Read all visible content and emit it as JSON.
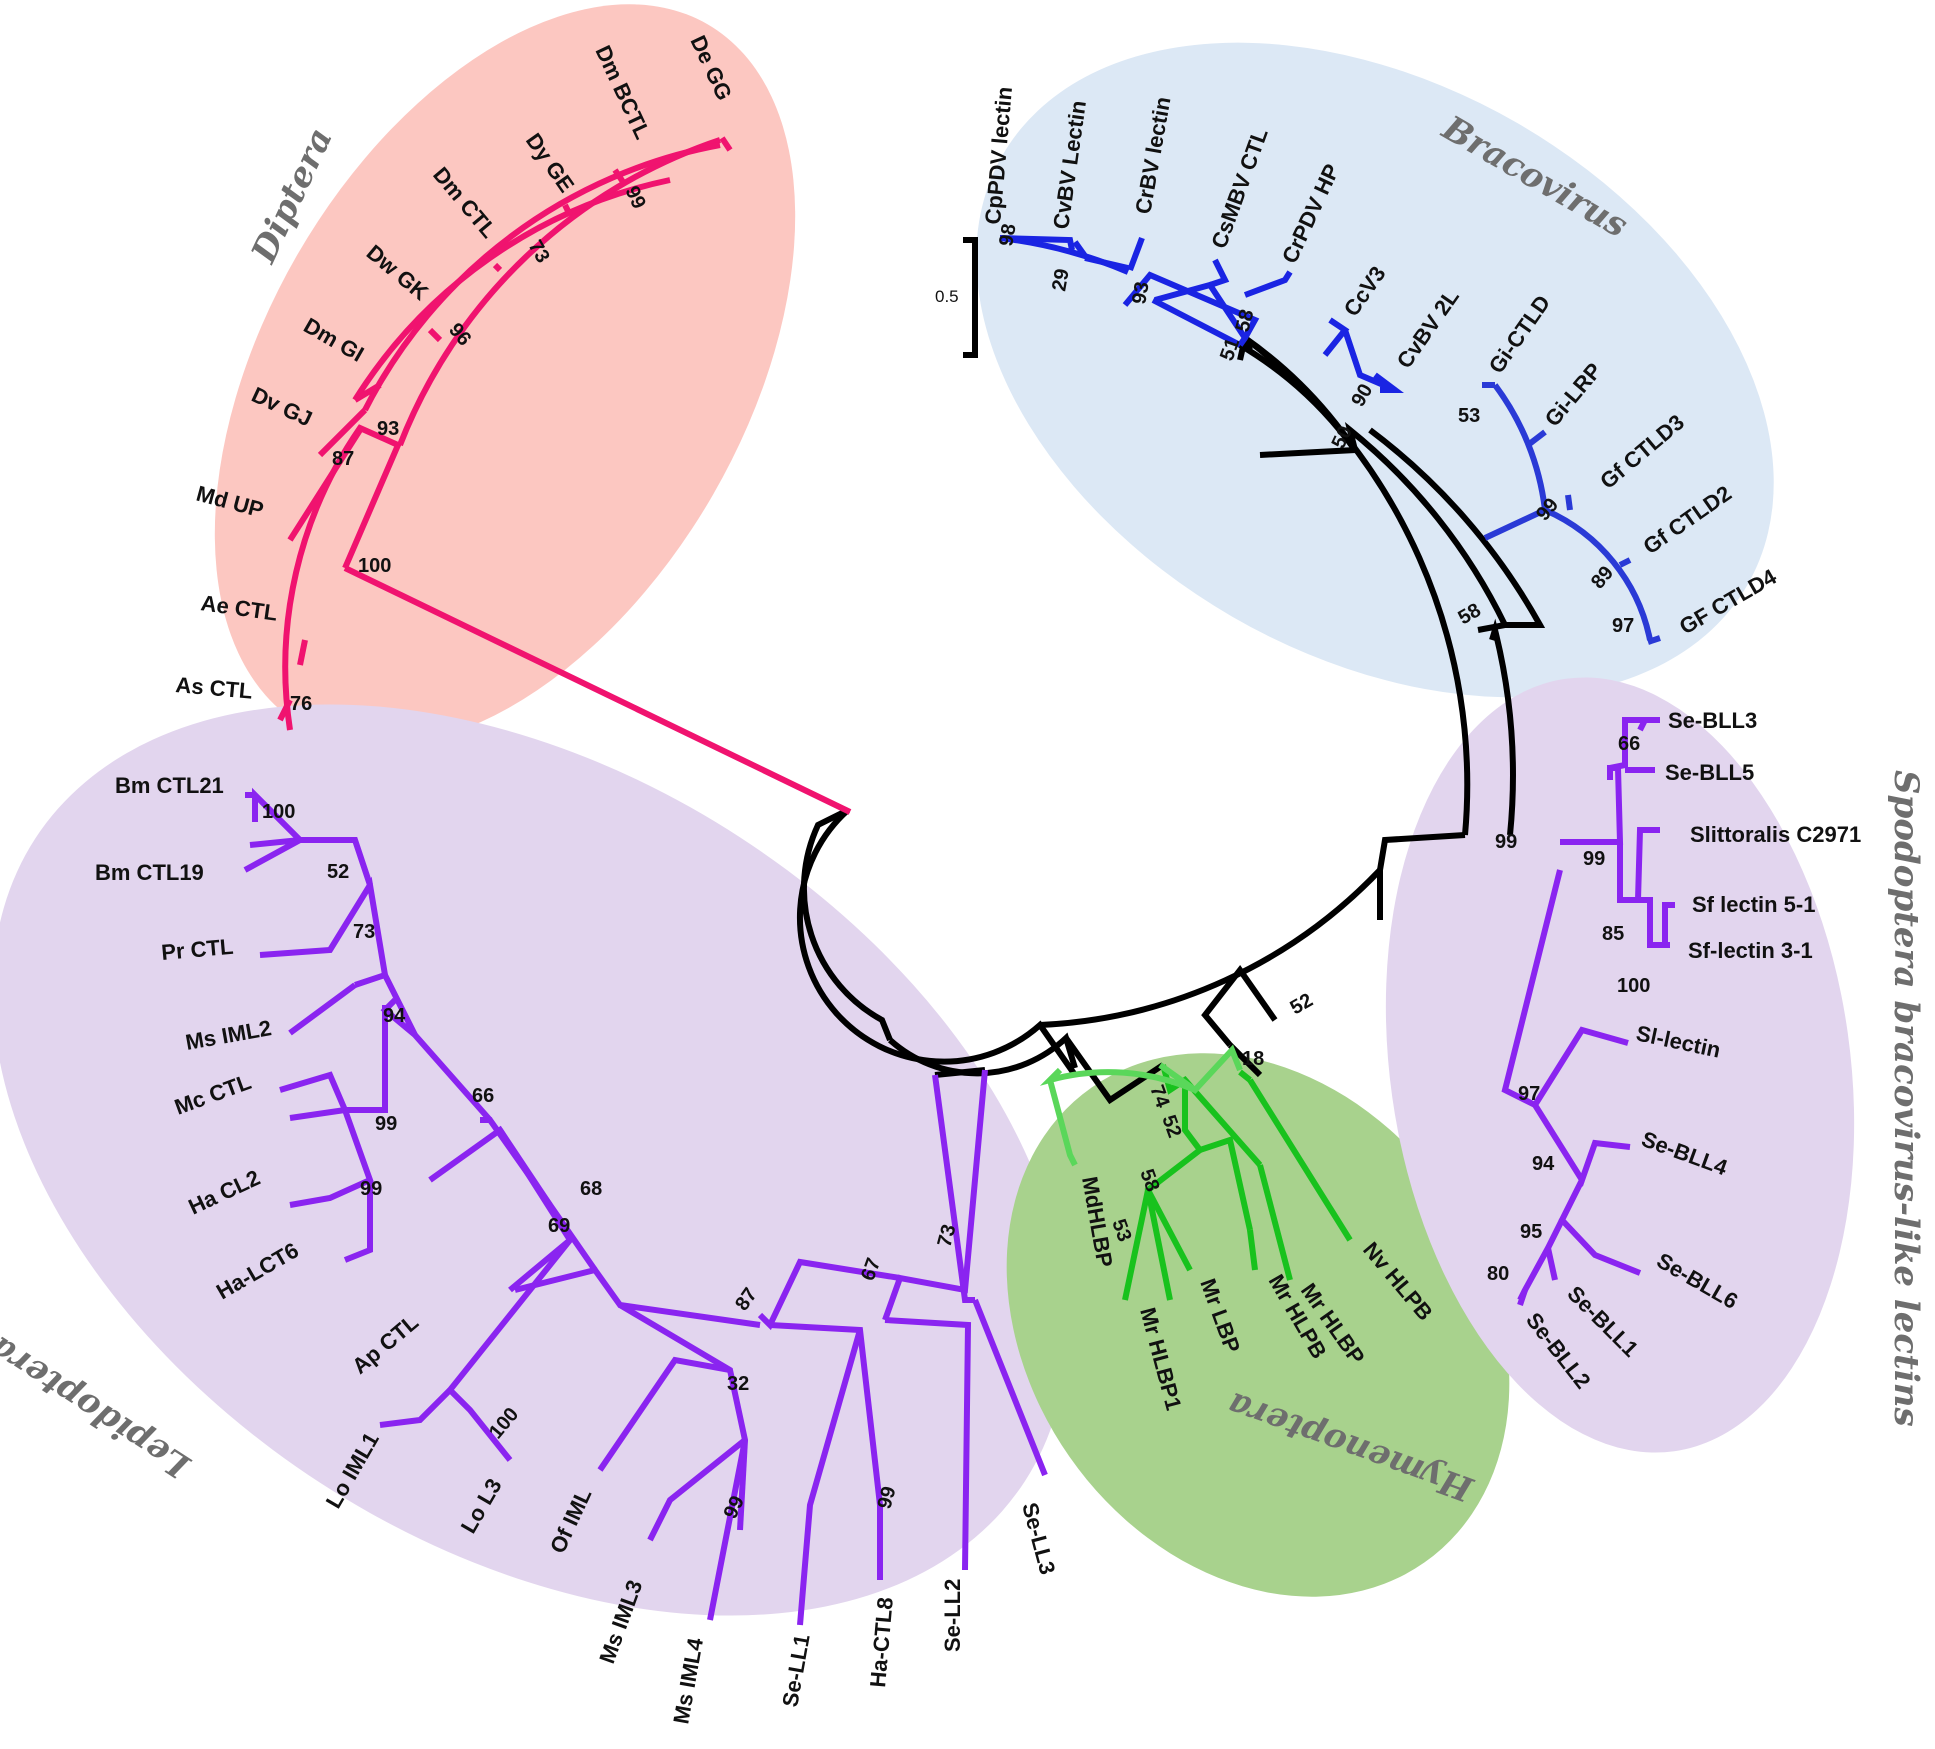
{
  "colors": {
    "diptera_bg": "#fcc7c1",
    "bracovirus_bg": "#dce8f5",
    "lepidoptera_bg": "#e2d5ee",
    "hymenoptera_bg": "#a8d28d",
    "spodoptera_bg": "#e2d5ee",
    "diptera_branch": "#f0136f",
    "bracovirus_branch": "#1a24e3",
    "gf_branch": "#2a3ad6",
    "lepidoptera_branch": "#8a24f0",
    "hymenoptera_branch": "#18c21d",
    "hymenoptera_light": "#5ad75a",
    "backbone": "#000000"
  },
  "clades": {
    "diptera": "Diptera",
    "bracovirus": "Bracovirus",
    "lepidoptera": "Lepidoptera",
    "hymenoptera": "Hymenoptera",
    "spodoptera": "Spodoptera bracovirus-like lectins"
  },
  "scale_bar": {
    "label": "0.5"
  },
  "leaves": {
    "de_gg": "De GG",
    "dm_bctl": "Dm BCTL",
    "dy_ge": "Dy GE",
    "dm_ctl": "Dm CTL",
    "dw_gk": "Dw GK",
    "dm_gi": "Dm GI",
    "dv_gj": "Dv GJ",
    "md_up": "Md UP",
    "ae_ctl": "Ae CTL",
    "as_ctl": "As CTL",
    "cppdv": "CpPDV lectin",
    "cvbv": "CvBV Lectin",
    "crbv": "CrBV lectin",
    "csmbv": "CsMBV CTL",
    "crpdv": "CrPDV HP",
    "ccv3": "CcV3",
    "cvbv2l": "CvBV 2L",
    "gi_ctld": "Gi-CTLD",
    "gi_lrp": "Gi-LRP",
    "gf_ctld3": "Gf CTLD3",
    "gf_ctld2": "Gf CTLD2",
    "gf_ctld4": "GF CTLD4",
    "se_bll3": "Se-BLL3",
    "se_bll5": "Se-BLL5",
    "slittoralis": "Slittoralis C2971",
    "sf_lectin51": "Sf lectin 5-1",
    "sf_lectin31": "Sf-lectin 3-1",
    "sl_lectin": "Sl-lectin",
    "se_bll4": "Se-BLL4",
    "se_bll6": "Se-BLL6",
    "se_bll1": "Se-BLL1",
    "se_bll2": "Se-BLL2",
    "bm_ctl21": "Bm CTL21",
    "bm_ctl19": "Bm CTL19",
    "pr_ctl": "Pr CTL",
    "ms_iml2": "Ms IML2",
    "mc_ctl": "Mc CTL",
    "ha_cl2": "Ha CL2",
    "ha_lct6": "Ha-LCT6",
    "ap_ctl": "Ap CTL",
    "lo_iml1": "Lo IML1",
    "lo_l3": "Lo L3",
    "of_iml": "Of IML",
    "ms_iml3": "Ms IML3",
    "ms_iml4": "Ms IML4",
    "se_ll1": "Se-LL1",
    "ha_ctl8": "Ha-CTL8",
    "se_ll2": "Se-LL2",
    "se_ll3": "Se-LL3",
    "mdhlbp": "MdHLBP",
    "mr_hlbp1": "Mr HLBP1",
    "mr_lbp": "Mr LBP",
    "mr_hlpb": "Mr HLPB",
    "mr_hlbp": "Mr HLBP",
    "nv_hlpb": "Nv HLPB"
  },
  "bootstrap": {
    "dip_99": "99",
    "dip_73": "73",
    "dip_96": "96",
    "dip_93": "93",
    "dip_87": "87",
    "dip_100": "100",
    "dip_76": "76",
    "bra_98": "98",
    "bra_29": "29",
    "bra_93": "93",
    "bra_58a": "58",
    "bra_51": "51",
    "bra_90": "90",
    "bra_50": "50",
    "bra_53": "53",
    "bra_99": "99",
    "bra_89": "89",
    "bra_97": "97",
    "bra_58b": "58",
    "root_99": "99",
    "root_52": "52",
    "spo_66": "66",
    "spo_99": "99",
    "spo_85": "85",
    "spo_100": "100",
    "spo_97": "97",
    "spo_94": "94",
    "spo_95": "95",
    "spo_80": "80",
    "lep_100a": "100",
    "lep_52": "52",
    "lep_73a": "73",
    "lep_94": "94",
    "lep_99a": "99",
    "lep_99b": "99",
    "lep_66": "66",
    "lep_68": "68",
    "lep_69": "69",
    "lep_100b": "100",
    "lep_87": "87",
    "lep_32": "32",
    "lep_99c": "99",
    "lep_67": "67",
    "lep_73b": "73",
    "lep_99d": "99",
    "hym_18": "18",
    "hym_74": "74",
    "hym_52": "52",
    "hym_58": "58",
    "hym_53": "53"
  }
}
